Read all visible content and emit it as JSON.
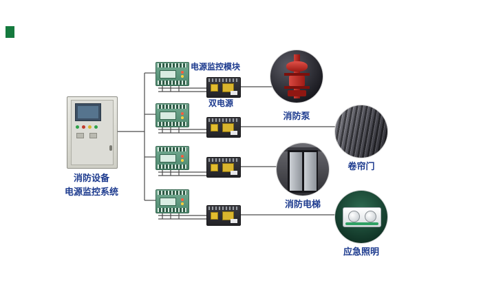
{
  "diagram": {
    "system_title": {
      "line1": "消防设备",
      "line2": "电源监控系统"
    },
    "module_label": "电源监控模块",
    "dual_power_label": "双电源",
    "devices": [
      {
        "id": "fire-pump",
        "label": "消防泵"
      },
      {
        "id": "roller-door",
        "label": "卷帘门"
      },
      {
        "id": "fire-elevator",
        "label": "消防电梯"
      },
      {
        "id": "emergency-light",
        "label": "应急照明"
      }
    ],
    "colors": {
      "label_blue": "#1c3a8e",
      "module_green": "#579a7c",
      "ats_yellow": "#e2bd2f",
      "pump_red": "#9c1a14",
      "logo_green": "#157a3e",
      "wire_gray": "#4a4a4a"
    }
  }
}
